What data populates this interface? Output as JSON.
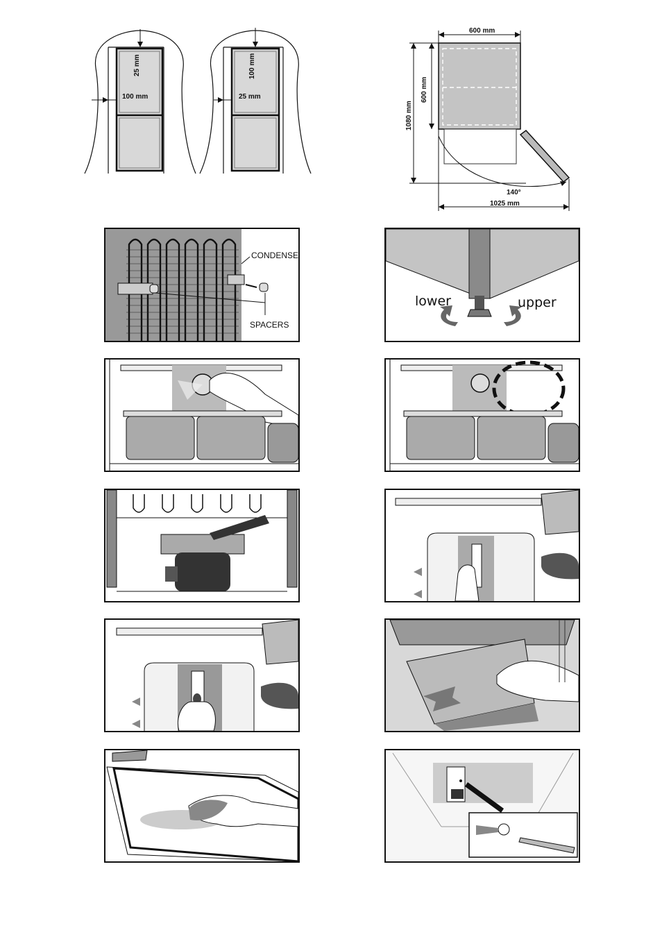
{
  "clearance_figure": {
    "left_top": "25 mm",
    "left_side": "100 mm",
    "right_top": "100 mm",
    "right_side": "25 mm"
  },
  "door_figure": {
    "width": "600 mm",
    "depth": "600 mm",
    "height": "1080 mm",
    "angle": "140°",
    "swing": "1025 mm"
  },
  "condenser_panel": {
    "condenser_label": "CONDENSER",
    "spacers_label": "SPACERS"
  },
  "leveling_panel": {
    "lower_label": "lower",
    "upper_label": "upper"
  }
}
